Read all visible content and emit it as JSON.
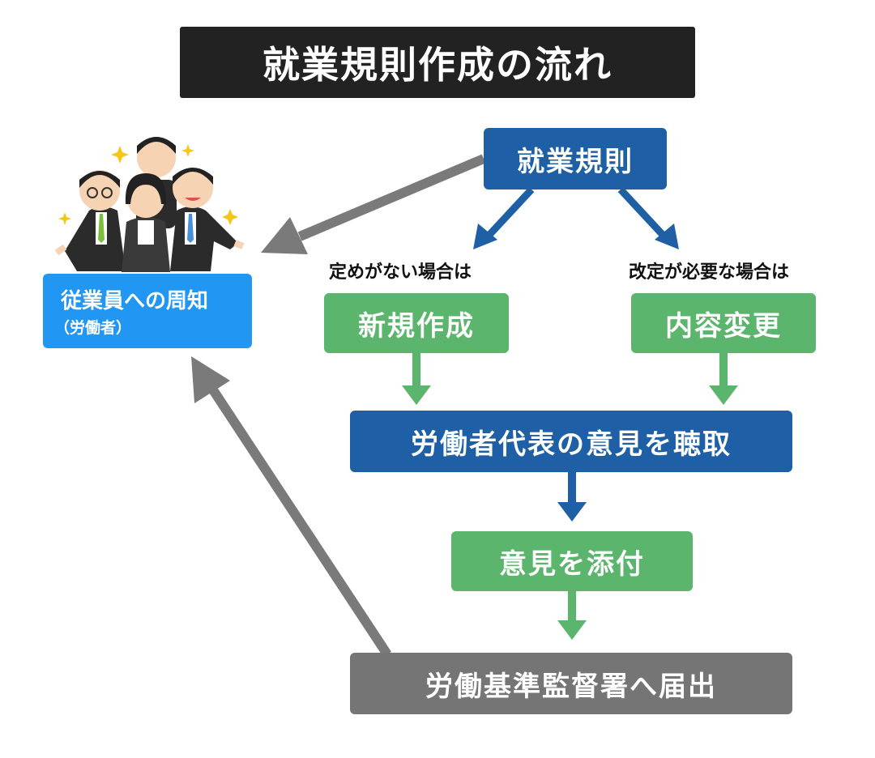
{
  "title": "就業規則作成の流れ",
  "nodes": {
    "rules": "就業規則",
    "no_rules_label": "定めがない場合は",
    "change_needed_label": "改定が必要な場合は",
    "new_creation": "新規作成",
    "content_change": "内容変更",
    "hear_opinion": "労働者代表の意見を聴取",
    "attach_opinion": "意見を添付",
    "submit": "労働基準監督署へ届出",
    "notify_line1": "従業員への周知",
    "notify_line2": "（労働者）"
  },
  "colors": {
    "title_bg": "#222222",
    "blue_dark": "#1f5fa6",
    "green": "#5cb56c",
    "gray": "#757575",
    "blue_light": "#2196f3",
    "arrow_gray": "#7a7a7a"
  },
  "illustration": "group-of-office-workers-celebrating"
}
